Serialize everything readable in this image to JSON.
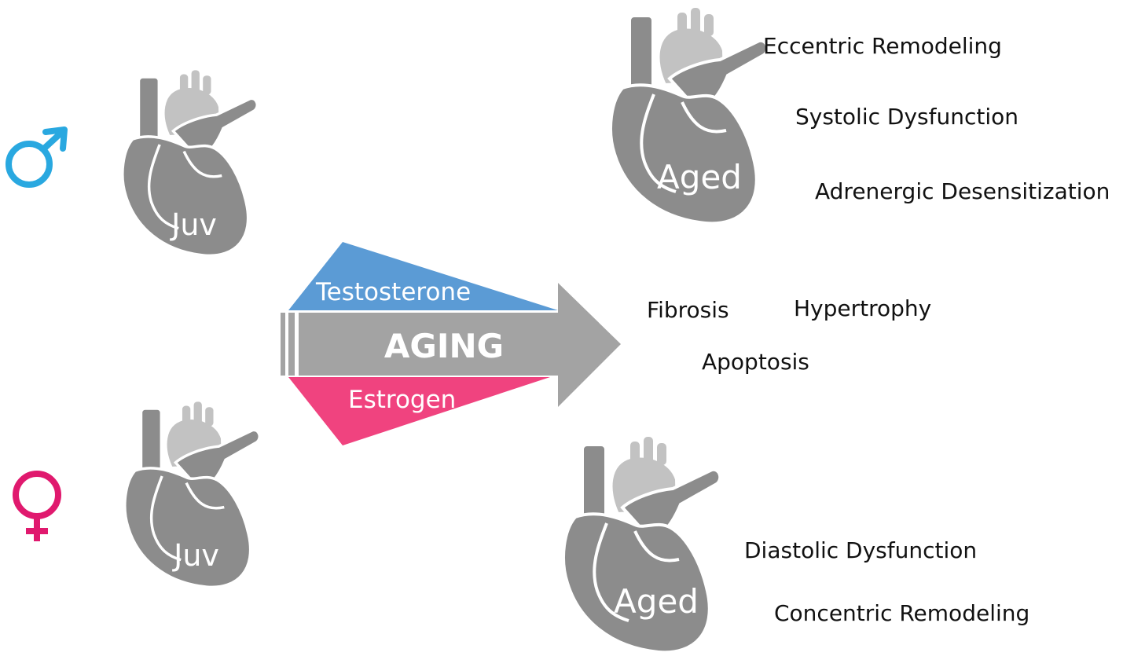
{
  "colors": {
    "heart": "#8c8c8c",
    "heart_vessel": "#c2c2c2",
    "arrow": "#a3a3a3",
    "testosterone": "#5b9bd5",
    "estrogen": "#f0437f",
    "male_symbol": "#29a8e0",
    "female_symbol": "#e0196e"
  },
  "icons": {
    "male": "male-symbol-icon",
    "female": "female-symbol-icon",
    "heart": "heart-icon"
  },
  "hearts": {
    "male_juvenile": "Juv",
    "female_juvenile": "Juv",
    "male_aged": "Aged",
    "female_aged": "Aged"
  },
  "arrow": {
    "label": "AGING",
    "top_hormone": "Testosterone",
    "bottom_hormone": "Estrogen"
  },
  "male_outcomes": [
    "Eccentric Remodeling",
    "Systolic Dysfunction",
    "Adrenergic Desensitization"
  ],
  "common_outcomes": [
    "Fibrosis",
    "Hypertrophy",
    "Apoptosis"
  ],
  "female_outcomes": [
    "Diastolic Dysfunction",
    "Concentric Remodeling"
  ]
}
